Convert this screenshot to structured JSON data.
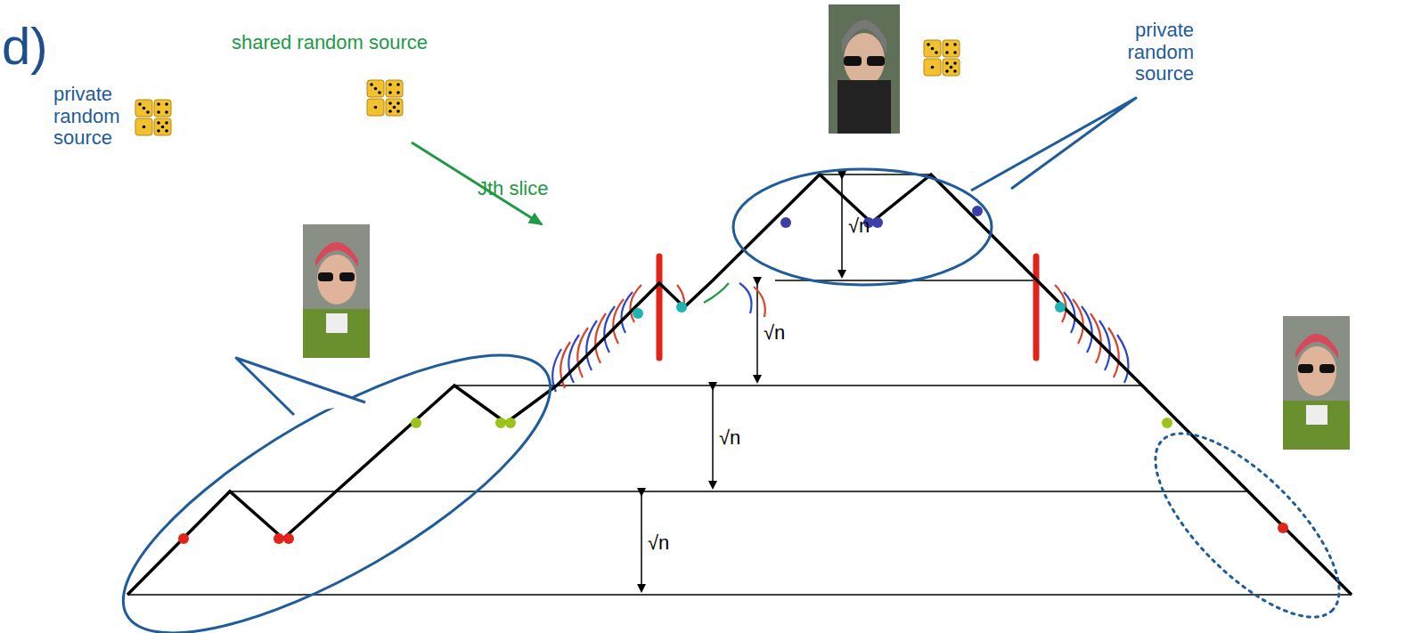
{
  "diagram": {
    "labels": [
      "d)",
      "shared random source",
      "Jth slice",
      "private random source",
      "private random source",
      "√n",
      "√n",
      "√n",
      "√n"
    ]
  }
}
